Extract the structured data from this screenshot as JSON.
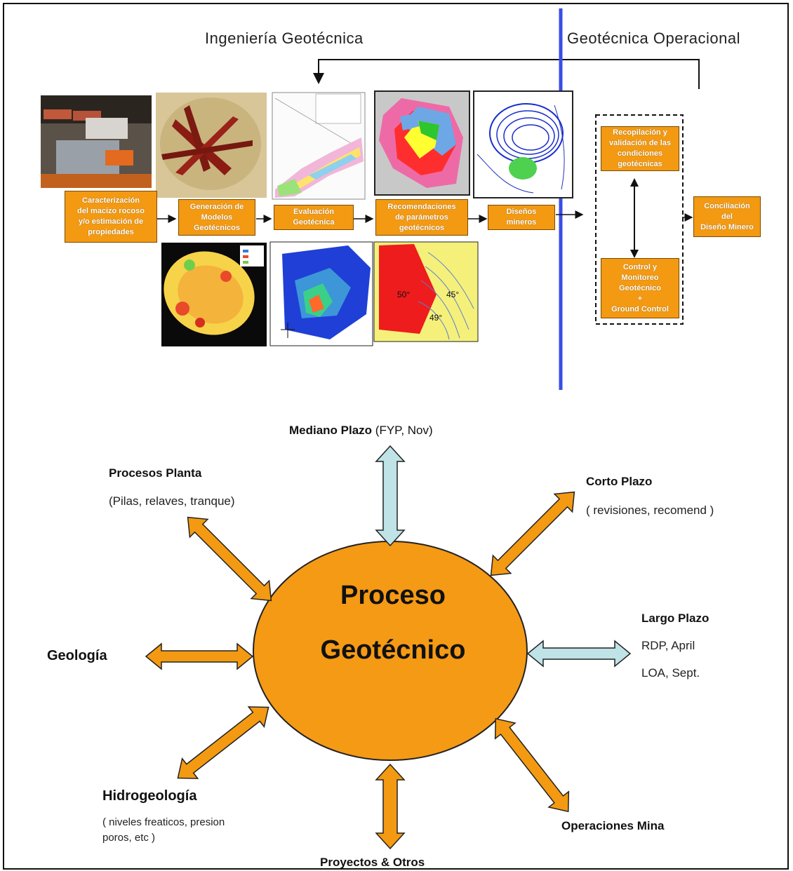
{
  "headers": {
    "left": "Ingeniería Geotécnica",
    "right": "Geotécnica Operacional"
  },
  "flow_boxes": {
    "caracterizacion": "Caracterización\ndel macizo rocoso\ny/o estimación de\npropiedades",
    "generacion": "Generación de\nModelos\nGeotécnicos",
    "evaluacion": "Evaluación\nGeotécnica",
    "recomendaciones": "Recomendaciones\nde parámetros\ngeotécnicos",
    "disenos": "Diseños\nmineros",
    "recopilacion": "Recopilación y\nvalidación de las\ncondiciones\ngeotécnicas",
    "control": "Control y\nMonitoreo\nGeotécnico\n+\nGround Control",
    "conciliacion": "Conciliación\ndel\nDiseño Minero"
  },
  "map_labels": {
    "angle_1": "50°",
    "angle_2": "45°",
    "angle_3": "49°"
  },
  "center": {
    "line1": "Proceso",
    "line2": "Geotécnico"
  },
  "spokes": {
    "mediano": {
      "title": "Mediano Plazo",
      "detail": " (FYP, Nov)"
    },
    "corto": {
      "title": "Corto Plazo",
      "detail": "( revisiones, recomend )"
    },
    "largo": {
      "title": "Largo Plazo",
      "detail1": "RDP, April",
      "detail2": "LOA, Sept."
    },
    "operaciones": {
      "title": "Operaciones Mina"
    },
    "proyectos": {
      "title": "Proyectos & Otros"
    },
    "hidro": {
      "title": "Hidrogeología",
      "detail1": "( niveles freaticos, presion",
      "detail2": "poros, etc )"
    },
    "geologia": {
      "title": "Geología"
    },
    "procesos": {
      "title": "Procesos Planta",
      "detail": "(Pilas, relaves, tranque)"
    }
  },
  "colors": {
    "orange": "#f39a12",
    "light_blue": "#bfe3e6",
    "divider_blue": "#3a4ee6"
  }
}
